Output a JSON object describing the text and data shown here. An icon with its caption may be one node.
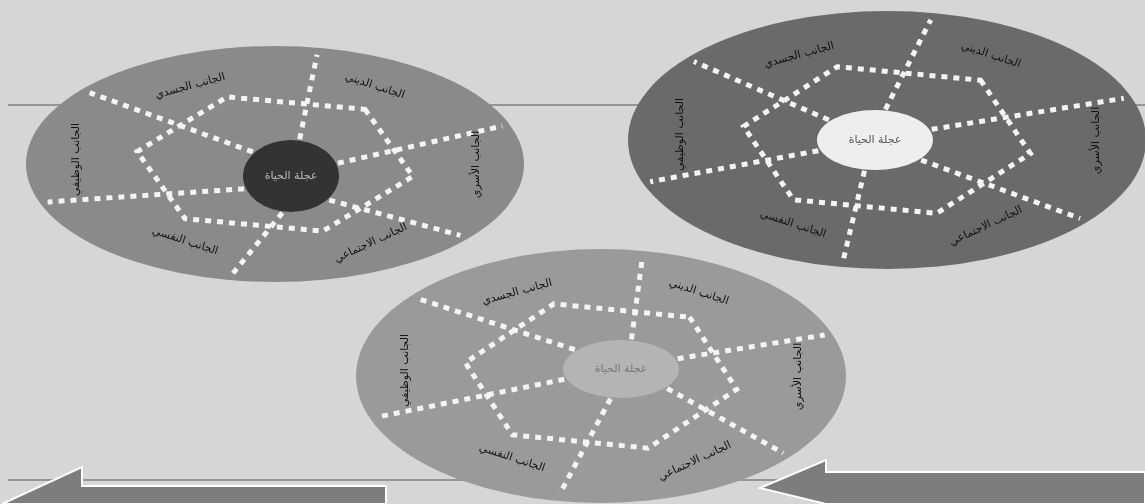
{
  "diagram": {
    "nodes": [
      {
        "text": [],
        "shape": "circle"
      },
      {
        "text": [
          "عجلة الحياة"
        ],
        "in": 0
      },
      {
        "text": [
          "الجانب الجسدي"
        ],
        "in": 0
      },
      {
        "text": [
          "الجانب الديني"
        ],
        "in": 0
      },
      {
        "text": [
          "الجانب الأسري"
        ],
        "in": 0
      },
      {
        "text": [
          "الجانب الاجتماعي"
        ],
        "in": 0
      },
      {
        "text": [
          "الجانب النفسي"
        ],
        "in": 0
      },
      {
        "text": [
          "الجانب الوظيفي"
        ],
        "in": 0
      },
      {
        "text": [],
        "shape": "circle"
      },
      {
        "text": [
          "عجلة الحياة"
        ],
        "in": 8
      },
      {
        "text": [
          "الجانب الجسدي"
        ],
        "in": 8
      },
      {
        "text": [
          "الجانب الديني"
        ],
        "in": 8
      },
      {
        "text": [
          "الجانب الأسري"
        ],
        "in": 8
      },
      {
        "text": [
          "الجانب الاجتماعي"
        ],
        "in": 8
      },
      {
        "text": [
          "الجانب النفسي"
        ],
        "in": 8
      },
      {
        "text": [
          "الجانب الوظيفي"
        ],
        "in": 8
      },
      {
        "text": [],
        "shape": "circle"
      },
      {
        "text": [
          "عجلة الحياة"
        ],
        "in": 16
      },
      {
        "text": [
          "الجانب الجسدي"
        ],
        "in": 16
      },
      {
        "text": [
          "الجانب الديني"
        ],
        "in": 16
      },
      {
        "text": [
          "الجانب الأسري"
        ],
        "in": 16
      },
      {
        "text": [
          "الجانب الاجتماعي"
        ],
        "in": 16
      },
      {
        "text": [
          "الجانب النفسي"
        ],
        "in": 16
      },
      {
        "text": [
          "الجانب الوظيفي"
        ],
        "in": 16
      }
    ]
  }
}
